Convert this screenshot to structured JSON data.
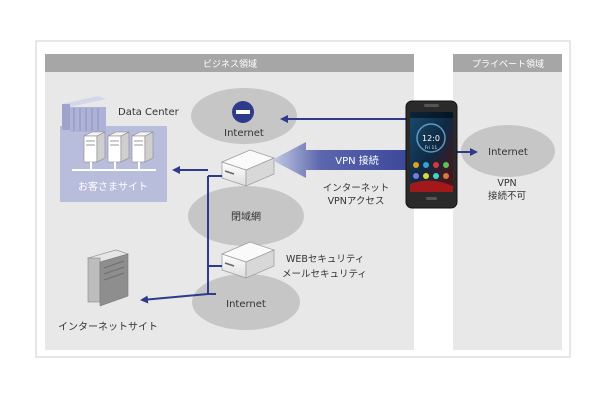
{
  "zones": {
    "business_label": "ビジネス領域",
    "private_label": "プライベート領域"
  },
  "nodes": {
    "data_center": "Data Center",
    "customer_site": "お客さまサイト",
    "internet_blocked": "Internet",
    "closed_network": "閉域網",
    "internet_lower": "Internet",
    "internet_private": "Internet",
    "internet_site": "インターネットサイト"
  },
  "labels": {
    "vpn_connection": "VPN 接続",
    "internet_vpn_access_line1": "インターネット",
    "internet_vpn_access_line2": "VPNアクセス",
    "web_security": "WEBセキュリティ",
    "mail_security": "メールセキュリティ",
    "vpn_disabled_line1": "VPN",
    "vpn_disabled_line2": "接続不可"
  },
  "phone_screen": {
    "clock": "12:0",
    "date": "Fri 11"
  },
  "colors": {
    "zone_bg": "#e8e8e8",
    "header_bg": "#a6a6a6",
    "ellipse": "#c6c6c6",
    "arrow": "#2e3a8c",
    "server_blue": "#b9bddc"
  }
}
